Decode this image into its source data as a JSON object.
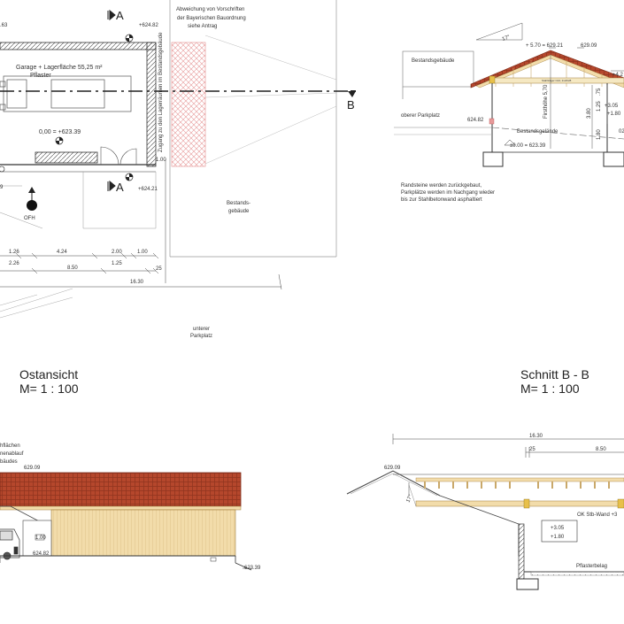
{
  "plan": {
    "section_a_top": "A",
    "section_a_bottom": "A",
    "section_b": "B",
    "elev_top": "+624.82",
    "elev_bottom": "+624.21",
    "elev_left": ".63",
    "elev_zero": "0,00 = +623.39",
    "garage_label": "Garage + Lagerfläche 55,25 m²",
    "pflaster": "Pflaster",
    "zugang": "Zugang zu den Lagerräumen im Bestandsgebäude",
    "note_abweichung_1": "Abweichung von Vorschriften",
    "note_abweichung_2": "der Bayerischen Bauordnung",
    "note_abweichung_3": "siehe Antrag",
    "bestand_1": "Bestands-",
    "bestand_2": "gebäude",
    "ofh": "OFH",
    "num_9": "9",
    "dim_100_side": "1.00",
    "dim_126": "1.26",
    "dim_424": "4.24",
    "dim_200": "2.00",
    "dim_100": "1.00",
    "dim_226": "2.26",
    "dim_125": "1.25",
    "dim_850": "8.50",
    "dim_25": "25",
    "dim_1630": "16.30",
    "unterer_1": "unterer",
    "unterer_2": "Parkplatz"
  },
  "section_bb_top": {
    "slope": "17°",
    "ridge": "+ 5.70 = 629.21",
    "elev_629": "629.09",
    "elev_right": "+4.2",
    "bestand": "Bestandsgebäude",
    "oberer": "oberer Parkplatz",
    "elev_624": "624.82",
    "firsthoehe": "Firsthöhe 5,70",
    "dim_75": ".75",
    "dim_125": "1.25",
    "dim_380": "3.80",
    "dim_180": "1.80",
    "elev_305": "+3.05",
    "elev_180": "+1.80",
    "dim_02": "02",
    "bestandsgelaende": "Bestandsgelände",
    "zero": "±0.00 = 623.39",
    "beam": "Stahlträger C24, 2x22/28",
    "note_1": "Randsteine werden zurückgebaut,",
    "note_2": "Parkplätze werden im Nachgang wieder",
    "note_3": "bis zur Stahlbetonwand asphaltiert"
  },
  "titles": {
    "ost": "Ostansicht",
    "ost_scale": "M= 1 : 100",
    "schnitt": "Schnitt B - B",
    "schnitt_scale": "M= 1 : 100"
  },
  "ost": {
    "note_1": "hflächen",
    "note_2": "nenablauf",
    "note_3": "bäudes",
    "elev_629": "629.09",
    "dim_100": "1.00",
    "elev_624": "624.82",
    "elev_623": "623.39"
  },
  "schnitt": {
    "dim_1630": "16.30",
    "dim_25": "25",
    "dim_850": "8.50",
    "elev_629": "629.09",
    "slope": "17°",
    "ok_wand": "OK Stb-Wand +3",
    "box_305": "+3.05",
    "box_180": "+1.80",
    "pflasterbelag": "Pflasterbelag"
  },
  "colors": {
    "roof_red": "#b5472c",
    "wood": "#f2dcaa",
    "hatch_pink": "#e79a9a",
    "line": "#333333",
    "grey": "#9a9a9a",
    "yellow": "#e8c04a"
  }
}
